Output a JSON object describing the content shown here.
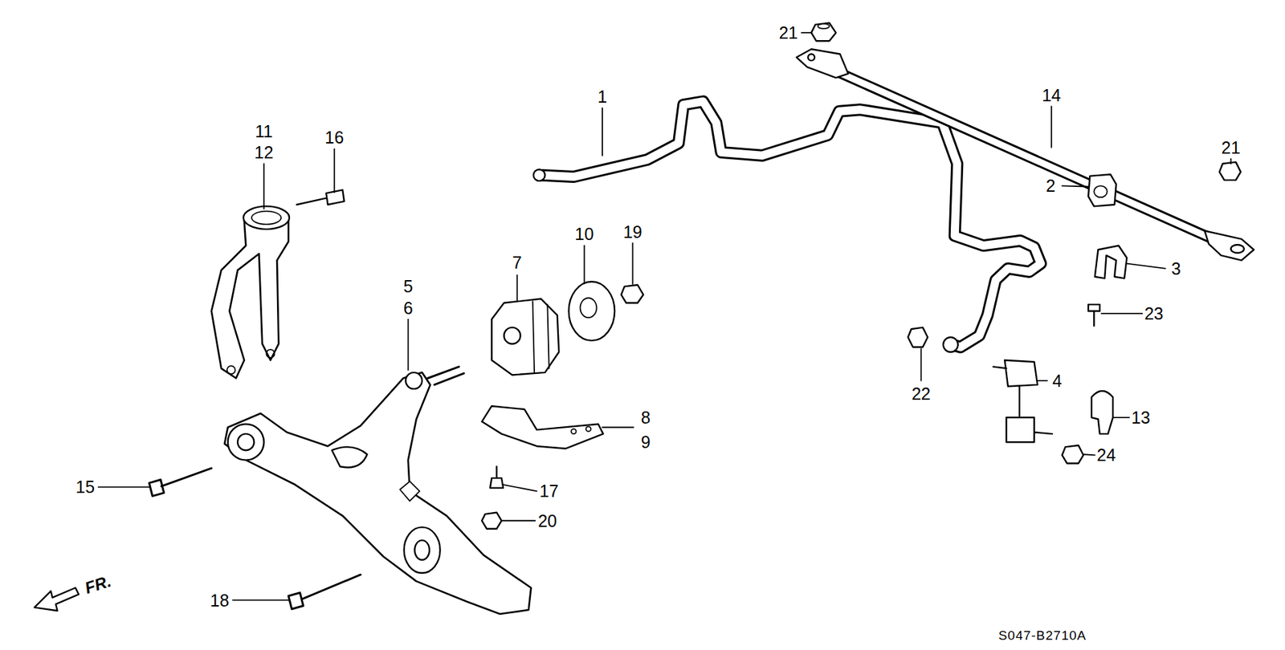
{
  "diagram": {
    "labels": [
      "21",
      "1",
      "14",
      "21",
      "11",
      "12",
      "16",
      "2",
      "3",
      "23",
      "7",
      "10",
      "19",
      "5",
      "6",
      "22",
      "4",
      "13",
      "8",
      "9",
      "24",
      "17",
      "20",
      "15",
      "18",
      "FR.",
      "S047-B2710A"
    ]
  }
}
